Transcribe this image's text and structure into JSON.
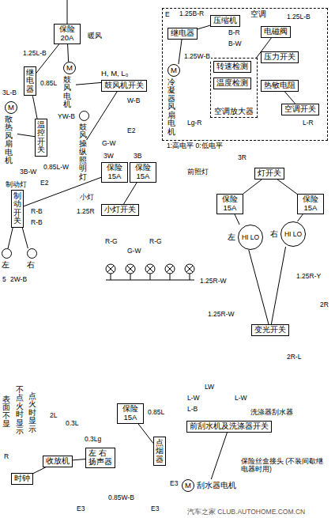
{
  "diagram": {
    "nodes": [
      {
        "text": [
          "保险 20A"
        ]
      },
      {
        "text": [
          "继电器"
        ]
      },
      {
        "text": [
          "M",
          "散热风扇电机"
        ]
      },
      {
        "text": [
          "温控开关"
        ]
      },
      {
        "text": [
          "M",
          "鼓风电机"
        ]
      },
      {
        "text": [
          "H, M, L₀",
          "鼓风机开关"
        ]
      },
      {
        "text": [
          "鼓风操纵照明灯"
        ]
      },
      {
        "text": [
          "空调"
        ]
      },
      {
        "text": [
          "压缩机"
        ],
        "in": 7
      },
      {
        "text": [
          "M",
          "冷凝器风扇电机"
        ],
        "in": 7
      },
      {
        "text": [
          "继电器"
        ],
        "in": 7
      },
      {
        "text": [
          "空调放大器"
        ],
        "in": 7
      },
      {
        "text": [
          "转速检测"
        ],
        "in": 11
      },
      {
        "text": [
          "温度检测"
        ],
        "in": 11
      },
      {
        "text": [
          "电磁阀"
        ],
        "in": 7
      },
      {
        "text": [
          "压力开关"
        ],
        "in": 7
      },
      {
        "text": [
          "热敏电阻"
        ],
        "in": 7
      },
      {
        "text": [
          "空调开关"
        ],
        "in": 7
      },
      {
        "text": [
          "制动开关"
        ]
      },
      {
        "text": [
          "左"
        ]
      },
      {
        "text": [
          "右"
        ]
      },
      {
        "text": [
          "保险 15A"
        ]
      },
      {
        "text": [
          "保险 15A"
        ]
      },
      {
        "text": [
          "小灯开关"
        ]
      },
      {
        "text": [
          "灯开关"
        ]
      },
      {
        "text": [
          "保险 15A"
        ]
      },
      {
        "text": [
          "保险 15A"
        ]
      },
      {
        "text": [
          "左",
          "HI LO"
        ]
      },
      {
        "text": [
          "右",
          "HI LO"
        ]
      },
      {
        "text": [
          "变光开关"
        ]
      },
      {
        "text": [
          "时钟"
        ]
      },
      {
        "text": [
          "收放机"
        ]
      },
      {
        "text": [
          "左 右",
          "扬声器"
        ]
      },
      {
        "text": [
          "保险 15A"
        ]
      },
      {
        "text": [
          "点烟器"
        ]
      },
      {
        "text": [
          "前刮水机及洗涤器开关"
        ]
      },
      {
        "text": [
          "M",
          "刮水器电机"
        ]
      }
    ],
    "edges": [
      {
        "from": 0,
        "to": 1,
        "arrow": "none"
      },
      {
        "from": 0,
        "to": 4,
        "arrow": "none"
      },
      {
        "from": 1,
        "to": 3,
        "arrow": "none"
      },
      {
        "from": 2,
        "to": 3,
        "arrow": "none"
      },
      {
        "from": 4,
        "to": 5,
        "arrow": "none"
      },
      {
        "from": 5,
        "to": 6,
        "arrow": "none"
      },
      {
        "from": 10,
        "to": 8,
        "arrow": "none"
      },
      {
        "from": 10,
        "to": 9,
        "arrow": "none"
      },
      {
        "from": 11,
        "to": 14,
        "arrow": "none"
      },
      {
        "from": 16,
        "to": 17,
        "arrow": "none"
      },
      {
        "from": 18,
        "to": 19,
        "arrow": "none"
      },
      {
        "from": 18,
        "to": 20,
        "arrow": "none"
      },
      {
        "from": 21,
        "to": 18,
        "arrow": "none"
      },
      {
        "from": 22,
        "to": 23,
        "arrow": "none"
      },
      {
        "from": 24,
        "to": 25,
        "arrow": "none"
      },
      {
        "from": 24,
        "to": 26,
        "arrow": "none"
      },
      {
        "from": 25,
        "to": 27,
        "arrow": "none"
      },
      {
        "from": 26,
        "to": 28,
        "arrow": "none"
      },
      {
        "from": 27,
        "to": 29,
        "arrow": "none"
      },
      {
        "from": 28,
        "to": 29,
        "arrow": "none"
      },
      {
        "from": 30,
        "to": 31,
        "arrow": "none"
      },
      {
        "from": 31,
        "to": 32,
        "arrow": "none"
      },
      {
        "from": 33,
        "to": 34,
        "arrow": "none"
      },
      {
        "from": 35,
        "to": 36,
        "arrow": "none"
      }
    ],
    "labels": [
      "1.25L-B",
      "暖风",
      "E",
      "1.25B-R",
      "B-R",
      "B-W",
      "1.25L-B",
      "0.85L",
      "3L-B",
      "3B-W",
      "0.85L-W",
      "E2",
      "YW-B",
      "W-B",
      "G-W",
      "E2",
      "Lg-R",
      "L-R",
      "1:高电平 0:低电平",
      "制动灯",
      "R-B",
      "R-B",
      "5",
      "2W-B",
      "3W",
      "3B",
      "小灯",
      "1.25R",
      "R-G",
      "G-W",
      "R-G",
      "前照灯",
      "3R",
      "1.25R-W",
      "1.25R-Y",
      "2R",
      "1.25R-W",
      "2R-L",
      "表面不显",
      "R",
      "不点火时显示",
      "点火时显示",
      "2L",
      "0.3L",
      "0.3Lg",
      "0.85L",
      "LW",
      "L-W",
      "L-B",
      "L-W",
      "洗涤器刮水器",
      "保险丝盒接头 (不装间歇继电器时用)",
      "E3",
      "0.85W-B",
      "E3",
      "E3",
      "1.25W-B",
      "汽车之家 CLUB.AUTOHOME.COM.CN"
    ]
  }
}
